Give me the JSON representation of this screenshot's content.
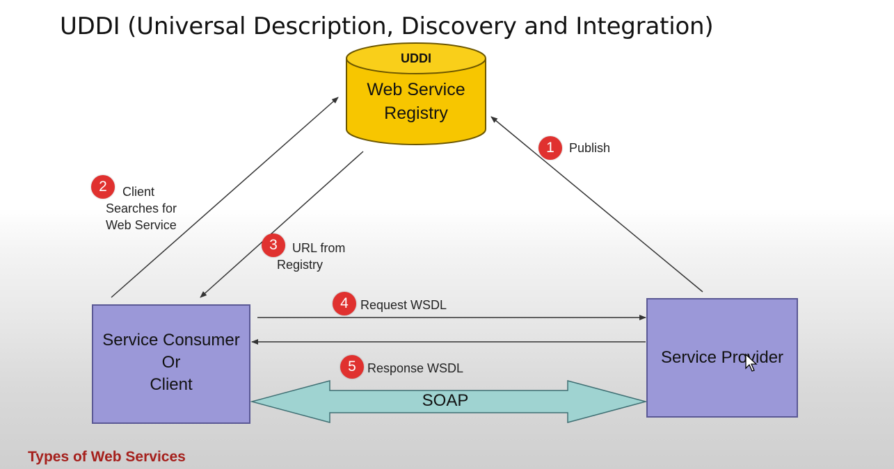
{
  "title": "UDDI (Universal Description, Discovery and Integration)",
  "registry": {
    "label": "UDDI",
    "name_line1": "Web Service",
    "name_line2": "Registry",
    "fill_color": "#f7c600"
  },
  "consumer": {
    "line1": "Service Consumer",
    "line2": "Or",
    "line3": "Client"
  },
  "provider": {
    "label": "Service Provider"
  },
  "box_color": "#9b98d8",
  "badge_color": "#e0312f",
  "steps": [
    {
      "number": "1",
      "label": "Publish"
    },
    {
      "number": "2",
      "line1": "Client",
      "line2": "Searches for",
      "line3": "Web Service"
    },
    {
      "number": "3",
      "line1": "URL from",
      "line2": "Registry"
    },
    {
      "number": "4",
      "label": "Request WSDL"
    },
    {
      "number": "5",
      "label": "Response WSDL"
    }
  ],
  "soap": {
    "label": "SOAP",
    "color": "#9fd3d1"
  },
  "footer": "Types of Web Services",
  "footer_color": "#a5201c"
}
